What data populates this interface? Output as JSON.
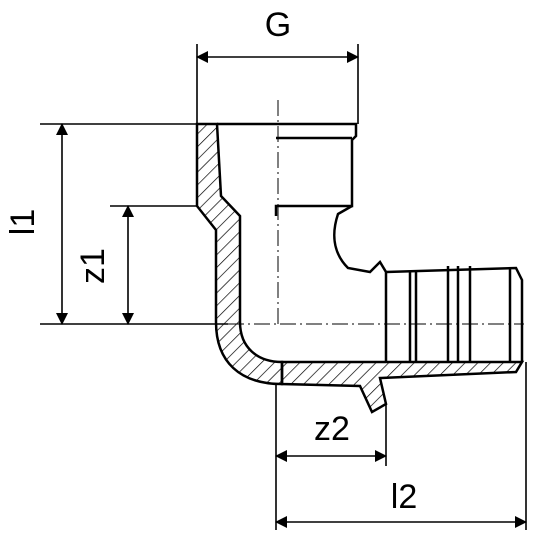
{
  "labels": {
    "G": "G",
    "l1": "l1",
    "z1": "z1",
    "z2": "z2",
    "l2": "l2"
  },
  "colors": {
    "line": "#000000",
    "background": "#ffffff"
  }
}
